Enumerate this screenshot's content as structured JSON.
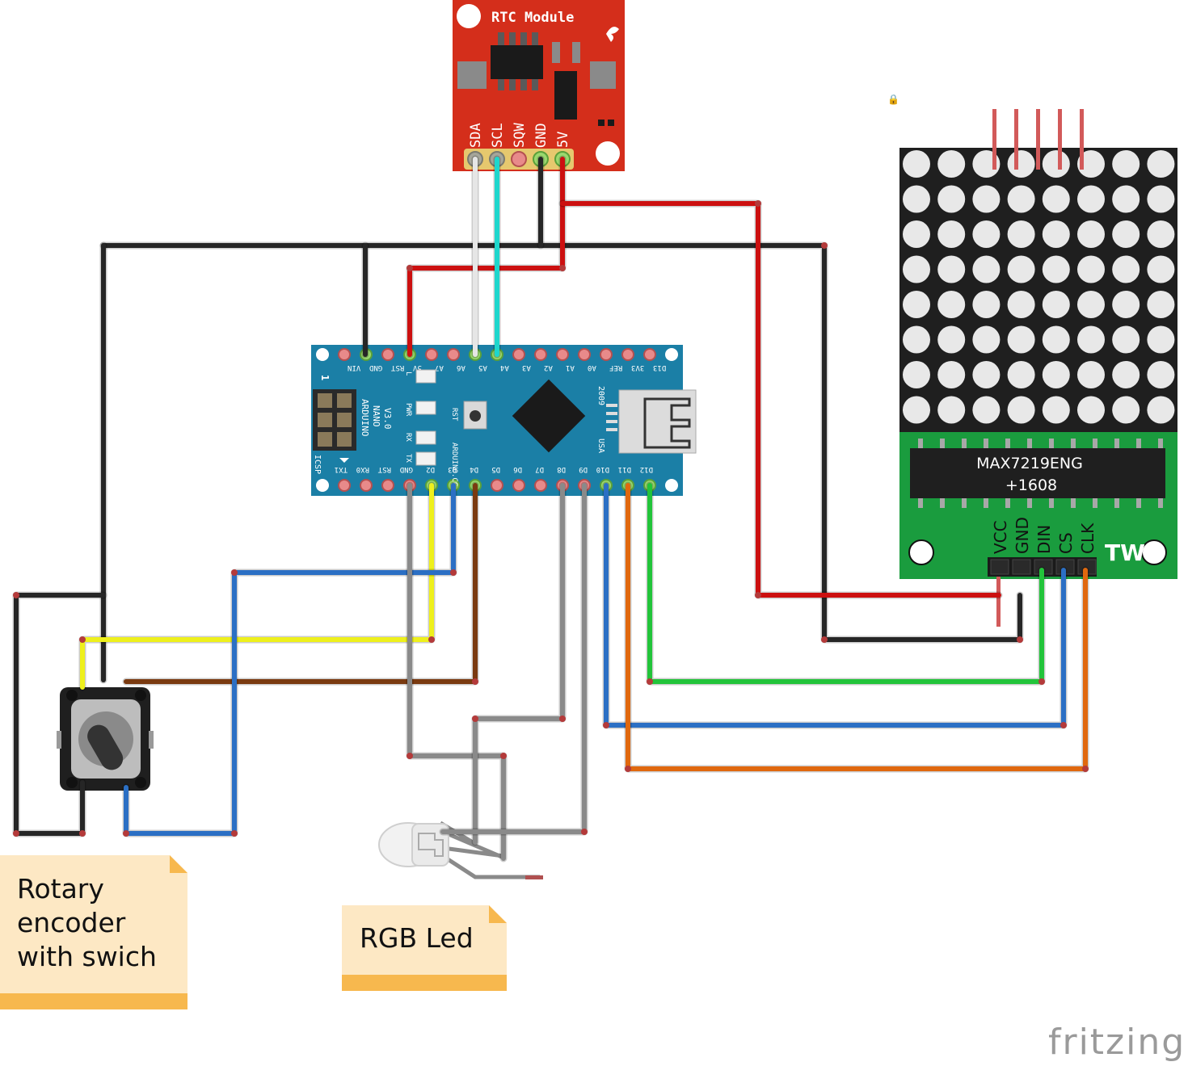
{
  "rtc": {
    "title": "RTC Module",
    "pins": [
      "SDA",
      "SCL",
      "SQW",
      "GND",
      "5V"
    ]
  },
  "nano": {
    "name_lines": [
      "ARDUINO",
      "NANO",
      "V3.0"
    ],
    "top_pins": [
      "VIN",
      "GND",
      "RST",
      "5V",
      "A7",
      "A6",
      "A5",
      "A4",
      "A3",
      "A2",
      "A1",
      "A0",
      "REF",
      "3V3",
      "D13"
    ],
    "bottom_pins": [
      "TX1",
      "RX0",
      "RST",
      "GND",
      "D2",
      "D3",
      "D4",
      "D5",
      "D6",
      "D7",
      "D8",
      "D9",
      "D10",
      "D11",
      "D12"
    ],
    "leds": [
      "L",
      "PWR",
      "RX",
      "TX"
    ],
    "rst_label": "RST",
    "icsp_label": "ICSP",
    "icsp_pin1": "1",
    "site": "ARDUINO.CC",
    "year": "2009",
    "country": "USA"
  },
  "matrix": {
    "chip_line1": "MAX7219ENG",
    "chip_line2": "+1608",
    "pins": [
      "VCC",
      "GND",
      "DIN",
      "CS",
      "CLK"
    ],
    "brand": "TW",
    "rows": 8,
    "cols": 8
  },
  "notes": {
    "encoder": [
      "Rotary",
      "encoder",
      "with swich"
    ],
    "led": "RGB Led"
  },
  "watermark": "fritzing",
  "colors": {
    "board_red": "#d42e1b",
    "nano_blue": "#1b7fa6",
    "matrix_pcb": "#1a9c3e",
    "wire_black": "#262626",
    "wire_red": "#cc1010",
    "wire_white": "#e6e6e6",
    "wire_cyan": "#1ed6cc",
    "wire_yellow": "#eef01c",
    "wire_brown": "#7a3a10",
    "wire_blue": "#2b6fc4",
    "wire_green": "#22c43a",
    "wire_orange": "#e0680e",
    "wire_grey": "#8a8a8a",
    "note_fill": "#fde8c4",
    "note_bar": "#f7b84e"
  }
}
